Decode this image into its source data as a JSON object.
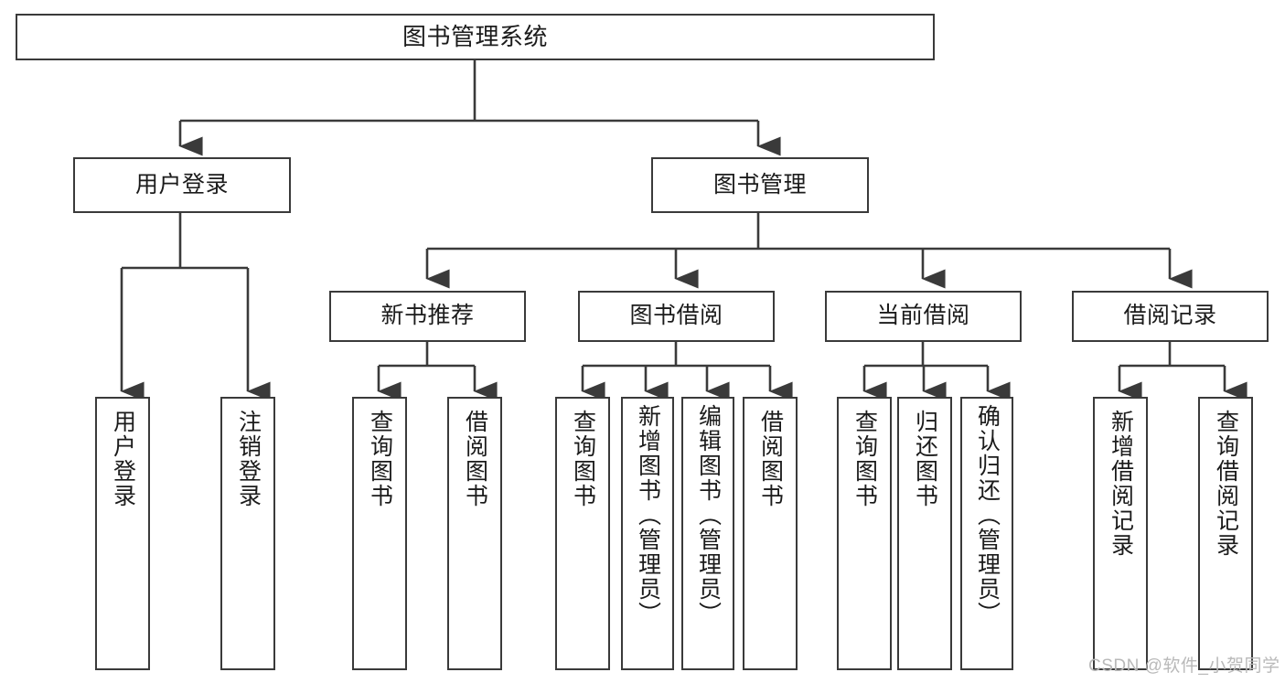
{
  "diagram": {
    "title": "图书管理系统",
    "type": "hierarchy-tree",
    "root": {
      "id": "root",
      "label": "图书管理系统"
    },
    "level2": [
      {
        "id": "user-login",
        "label": "用户登录"
      },
      {
        "id": "book-manage",
        "label": "图书管理"
      }
    ],
    "level3": [
      {
        "id": "new-book-recommend",
        "label": "新书推荐"
      },
      {
        "id": "book-borrow",
        "label": "图书借阅"
      },
      {
        "id": "current-borrow",
        "label": "当前借阅"
      },
      {
        "id": "borrow-record",
        "label": "借阅记录"
      }
    ],
    "leaves": {
      "user_login": [
        {
          "id": "leaf-user-login",
          "label": "用户登录"
        },
        {
          "id": "leaf-logout-login",
          "label": "注销登录"
        }
      ],
      "new_book_recommend": [
        {
          "id": "leaf-query-book-1",
          "label": "查询图书"
        },
        {
          "id": "leaf-borrow-book-1",
          "label": "借阅图书"
        }
      ],
      "book_borrow": [
        {
          "id": "leaf-query-book-2",
          "label": "查询图书"
        },
        {
          "id": "leaf-add-book",
          "label": "新增图书（管理员）"
        },
        {
          "id": "leaf-edit-book",
          "label": "编辑图书（管理员）"
        },
        {
          "id": "leaf-borrow-book-2",
          "label": "借阅图书"
        }
      ],
      "current_borrow": [
        {
          "id": "leaf-query-book-3",
          "label": "查询图书"
        },
        {
          "id": "leaf-return-book",
          "label": "归还图书"
        },
        {
          "id": "leaf-confirm-return",
          "label": "确认归还（管理员）"
        }
      ],
      "borrow_record": [
        {
          "id": "leaf-add-borrow-record",
          "label": "新增借阅记录"
        },
        {
          "id": "leaf-query-borrow-record",
          "label": "查询借阅记录"
        }
      ]
    }
  },
  "watermark": {
    "text": "CSDN @软件_小贺同学"
  },
  "colors": {
    "stroke": "#3a3a3a",
    "text": "#1b1b1b",
    "background": "#ffffff",
    "watermark": "#b9b9b9"
  }
}
